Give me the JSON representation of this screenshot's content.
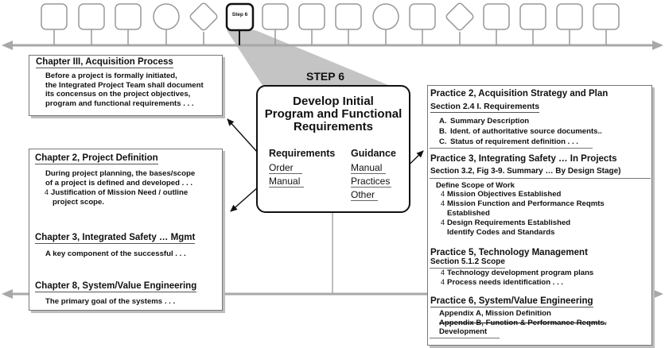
{
  "timeline": {
    "current_step_label": "Step 6"
  },
  "step_panel": {
    "banner": "STEP 6",
    "title_lines": [
      "Develop Initial",
      "Program and Functional",
      "Requirements"
    ],
    "requirements_heading": "Requirements",
    "requirements": [
      "Order",
      "Manual"
    ],
    "guidance_heading": "Guidance",
    "guidance": [
      "Manual",
      "Practices",
      "Other"
    ]
  },
  "chapter3_box": {
    "title": "Chapter III, Acquisition Process",
    "lines": [
      "Before a project is formally initiated,",
      "the Integrated Project Team shall document",
      "its concensus on the project objectives,",
      "program and functional requirements . . ."
    ]
  },
  "left_box": {
    "ch2_title": "Chapter 2, Project Definition",
    "ch2_lines": [
      "During project planning, the bases/scope",
      "of a project is defined and developed . . ."
    ],
    "ch2_bullet_lines": [
      "Justification of Mission Need / outline",
      "project scope."
    ],
    "ch3_title": "Chapter 3, Integrated Safety … Mgmt",
    "ch3_text": "A key component of the successful . . .",
    "ch8_title": "Chapter 8, System/Value Engineering",
    "ch8_text": "The primary goal of the systems . . ."
  },
  "right_box": {
    "p2_title": "Practice 2, Acquisition Strategy and Plan",
    "p2_section": "Section 2.4   I. Requirements",
    "p2_items": [
      {
        "marker": "A.",
        "text": "Summary Description"
      },
      {
        "marker": "B.",
        "text": "Ident. of authoritative source documents.."
      },
      {
        "marker": "C.",
        "text": "Status of requirement definition . . ."
      }
    ],
    "p3_title": "Practice 3, Integrating Safety … In Projects",
    "p3_section": "Section 3.2, Fig 3-9. Summary … By Design Stage)",
    "p3_intro": "Define Scope of Work",
    "p3_bullets": [
      [
        "Mission Objectives Established"
      ],
      [
        "Mission Function and Performance Reqmts",
        "Established"
      ],
      [
        "Design Requirements Established",
        "Identify Codes and Standards"
      ]
    ],
    "p5_title": "Practice 5, Technology Management",
    "p5_section": "Section 5.1.2 Scope",
    "p5_bullets": [
      "Technology development program plans",
      "Process needs identification . . ."
    ],
    "p6_title": "Practice 6, System/Value Engineering",
    "p6_lines": [
      "Appendix A, Mission Definition",
      "Appendix B, Function & Performance Reqmts.",
      "Development"
    ]
  },
  "bullet_marker": "4",
  "colors": {
    "timeline": "#a8a8a8",
    "callout": "#c4c4c4",
    "box_border": "#777777",
    "panel_border": "#111111"
  }
}
